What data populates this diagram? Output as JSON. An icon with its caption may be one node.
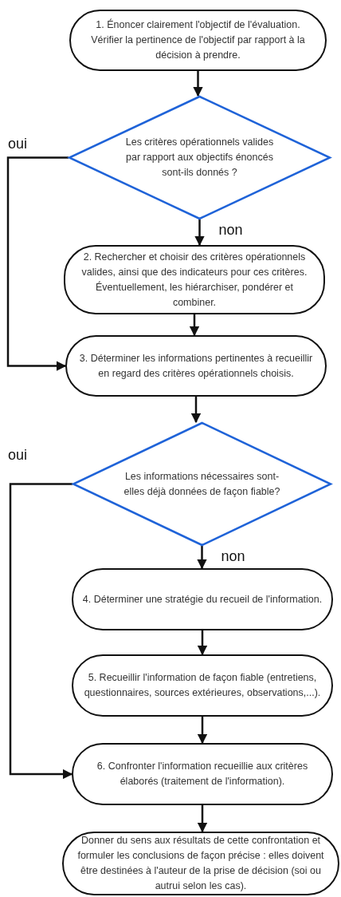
{
  "diagram": {
    "nodes": [
      {
        "text": [
          "1. Énoncer clairement l'objectif de l'évaluation. Vérifier la pertinence de l'objectif par rapport à la décision à prendre."
        ]
      },
      {
        "text": [
          "Les critères opérationnels valides par rapport aux objectifs énoncés sont-ils donnés ?"
        ]
      },
      {
        "text": [
          "2. Rechercher et choisir des critères opérationnels valides, ainsi que des indicateurs pour ces critères. Éventuellement, les hiérarchiser, pondérer et combiner."
        ]
      },
      {
        "text": [
          "3. Déterminer les informations pertinentes à recueillir en regard des critères opérationnels choisis."
        ]
      },
      {
        "text": [
          "Les informations nécessaires sont-elles déjà données de façon fiable?"
        ]
      },
      {
        "text": [
          "4. Déterminer une stratégie du recueil de l'information."
        ]
      },
      {
        "text": [
          "5. Recueillir l'information de façon fiable (entretiens, questionnaires, sources extérieures, observations,...)."
        ]
      },
      {
        "text": [
          "6. Confronter l'information recueillie aux critères élaborés (traitement de l'information)."
        ]
      },
      {
        "text": [
          "Donner du sens aux résultats de cette confrontation et formuler les conclusions de façon précise : elles doivent être destinées à l'auteur de la prise de décision (soi ou autrui selon les cas)."
        ]
      }
    ],
    "edges": [
      {
        "from": 0,
        "to": 1,
        "arrow": "to"
      },
      {
        "from": 1,
        "to": 2,
        "arrow": "to",
        "label": "non"
      },
      {
        "from": 1,
        "to": 3,
        "arrow": "to",
        "label": "oui"
      },
      {
        "from": 2,
        "to": 3,
        "arrow": "to"
      },
      {
        "from": 3,
        "to": 4,
        "arrow": "to"
      },
      {
        "from": 4,
        "to": 5,
        "arrow": "to",
        "label": "non"
      },
      {
        "from": 4,
        "to": 7,
        "arrow": "to",
        "label": "oui"
      },
      {
        "from": 5,
        "to": 6,
        "arrow": "to"
      },
      {
        "from": 6,
        "to": 7,
        "arrow": "to"
      },
      {
        "from": 7,
        "to": 8,
        "arrow": "to"
      }
    ]
  }
}
